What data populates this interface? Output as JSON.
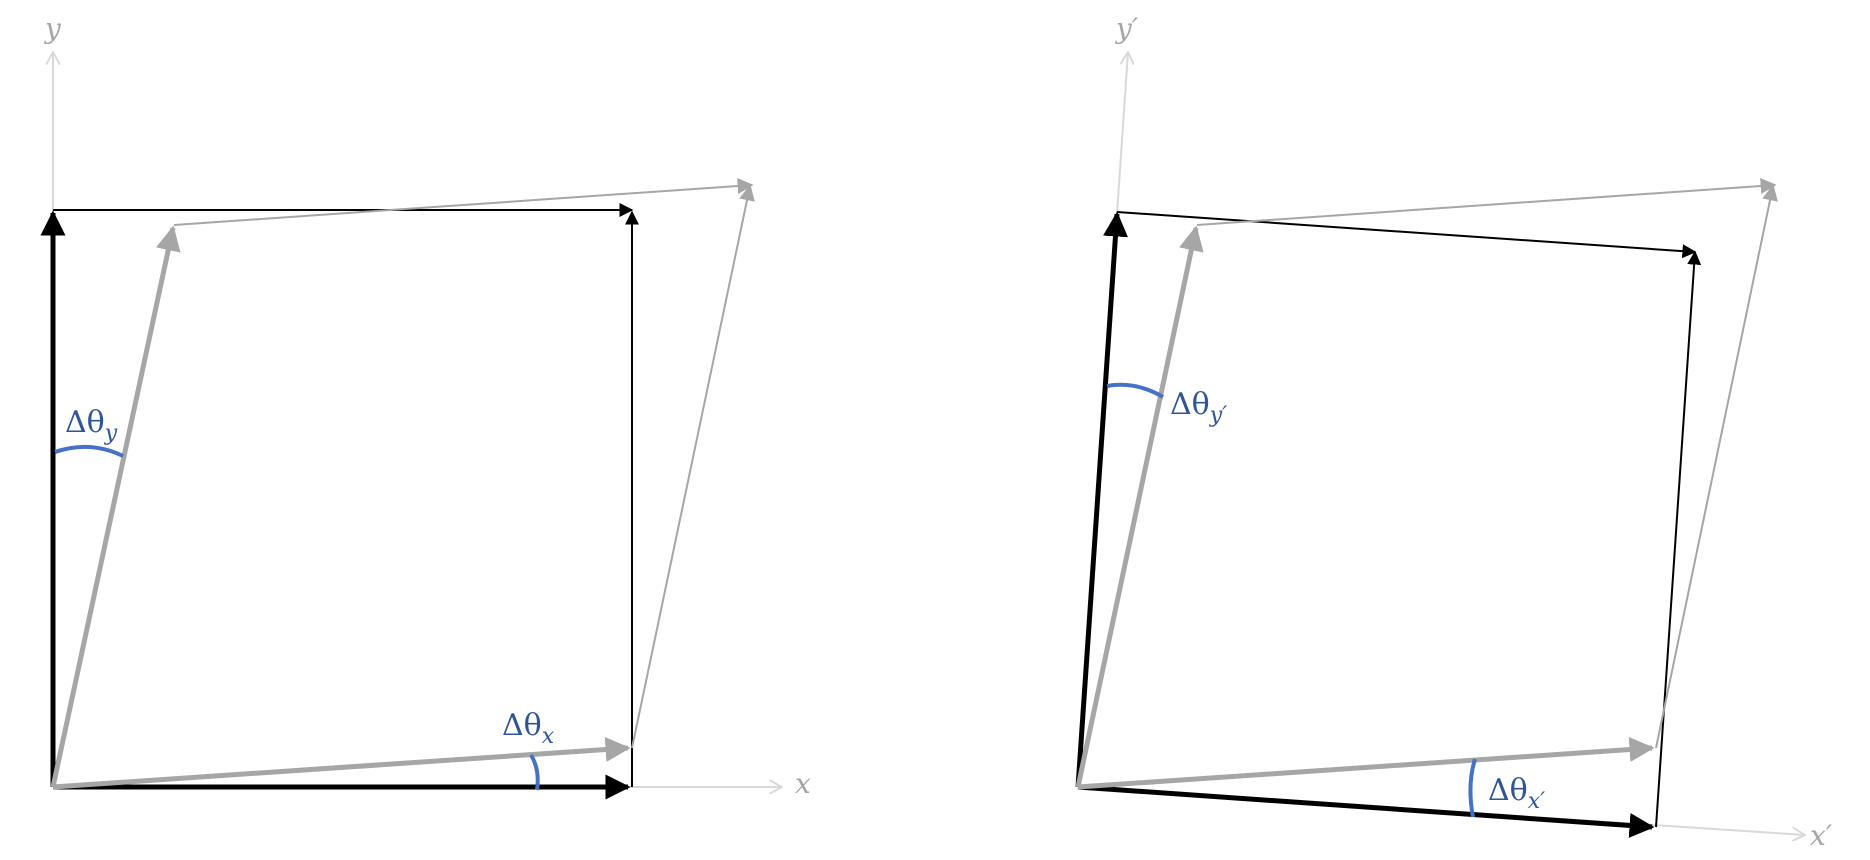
{
  "left_panel": {
    "x_axis_label": "x",
    "y_axis_label": "y",
    "angle_y_label": {
      "base": "Δθ",
      "sub": "y"
    },
    "angle_x_label": {
      "base": "Δθ",
      "sub": "x"
    }
  },
  "right_panel": {
    "x_axis_label": "x′",
    "y_axis_label": "y′",
    "angle_y_label": {
      "base": "Δθ",
      "sub": "y′"
    },
    "angle_x_label": {
      "base": "Δθ",
      "sub": "x′"
    }
  },
  "colors": {
    "black": "#000000",
    "gray": "#a6a6a6",
    "light_gray": "#d9d9d9",
    "blue": "#4472c4",
    "blue_text": "#2f5597"
  }
}
